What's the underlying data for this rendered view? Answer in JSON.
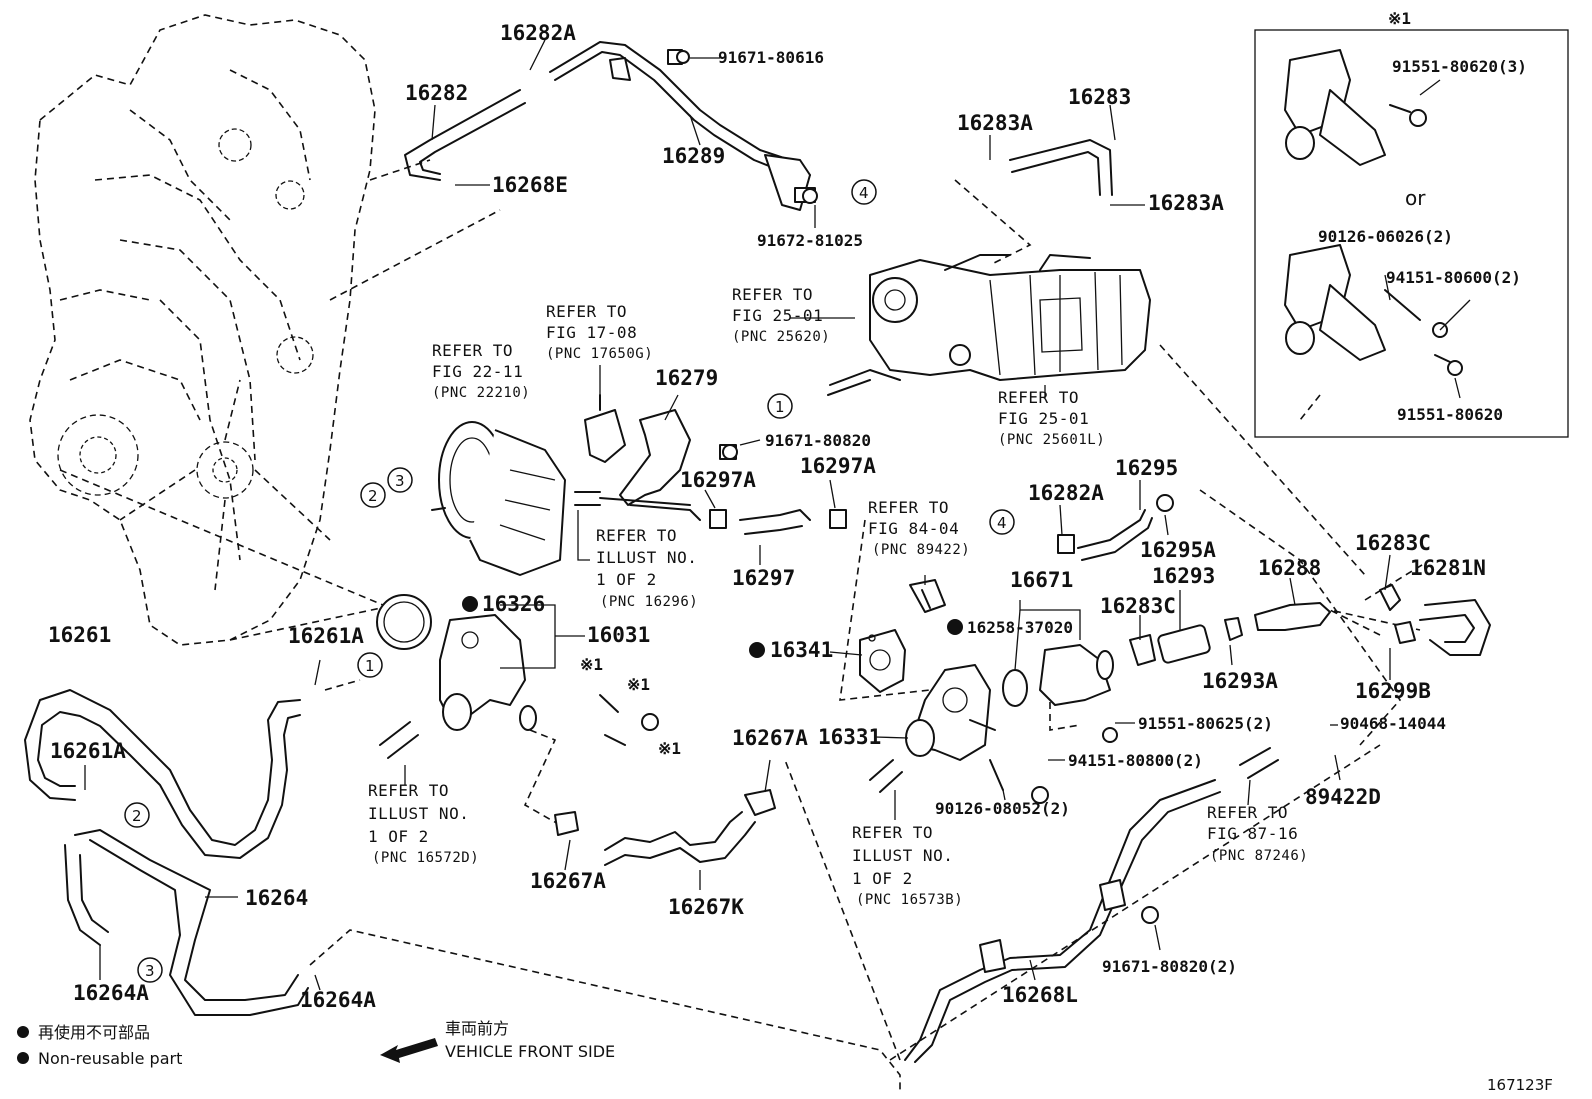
{
  "diagram_code": "167123F",
  "legend": {
    "jp_line": "再使用不可部品",
    "en_line": "Non-reusable part",
    "front_jp": "車両前方",
    "front_en": "VEHICLE FRONT SIDE"
  },
  "inset": {
    "mark": "※1",
    "or_text": "or",
    "labels": [
      "91551-80620(3)",
      "90126-06026(2)",
      "94151-80600(2)",
      "91551-80620"
    ]
  },
  "parts": {
    "p16282A": "16282A",
    "p91671_80616": "91671-80616",
    "p16282": "16282",
    "p16268E": "16268E",
    "p16289": "16289",
    "p91672_81025": "91672-81025",
    "p16283": "16283",
    "p16283A_1": "16283A",
    "p16283A_2": "16283A",
    "p16279": "16279",
    "p91671_80820": "91671-80820",
    "p16297A_1": "16297A",
    "p16297A_2": "16297A",
    "p16297": "16297",
    "p16295": "16295",
    "p16282A_2": "16282A",
    "p16295A": "16295A",
    "p16671": "16671",
    "p16293": "16293",
    "p16288": "16288",
    "p16283C_1": "16283C",
    "p16283C_2": "16283C",
    "p16281N": "16281N",
    "p16293A": "16293A",
    "p16299B": "16299B",
    "p16258": "16258-37020",
    "p16341": "16341",
    "p16326": "16326",
    "p16031": "16031",
    "p16261": "16261",
    "p16261A_1": "16261A",
    "p16261A_2": "16261A",
    "p16331": "16331",
    "p91551_80625": "91551-80625(2)",
    "p90468_14044": "90468-14044",
    "p94151_80800": "94151-80800(2)",
    "p89422D": "89422D",
    "p90126_08052": "90126-08052(2)",
    "p16267A_1": "16267A",
    "p16267A_2": "16267A",
    "p16267K": "16267K",
    "p16264": "16264",
    "p16264A_1": "16264A",
    "p16264A_2": "16264A",
    "p16268L": "16268L",
    "p91671_80820_2": "91671-80820(2)",
    "mark1a": "※1",
    "mark1b": "※1",
    "mark1c": "※1"
  },
  "refs": {
    "r_fig22": [
      "REFER TO",
      "FIG 22-11",
      "(PNC 22210)"
    ],
    "r_fig17": [
      "REFER TO",
      "FIG 17-08",
      "(PNC 17650G)"
    ],
    "r_fig25a": [
      "REFER TO",
      "FIG 25-01",
      "(PNC 25620)"
    ],
    "r_fig25b": [
      "REFER TO",
      "FIG 25-01",
      "(PNC 25601L)"
    ],
    "r_illust1": [
      "REFER TO",
      "ILLUST NO.",
      "1 OF 2",
      "(PNC 16296)"
    ],
    "r_fig84": [
      "REFER TO",
      "FIG 84-04",
      "(PNC 89422)"
    ],
    "r_illust2": [
      "REFER TO",
      "ILLUST NO.",
      "1 OF 2",
      "(PNC 16572D)"
    ],
    "r_illust3": [
      "REFER TO",
      "ILLUST NO.",
      "1 OF 2",
      "(PNC 16573B)"
    ],
    "r_fig87": [
      "REFER TO",
      "FIG 87-16",
      "(PNC 87246)"
    ]
  },
  "callouts": [
    "1",
    "2",
    "3",
    "4"
  ]
}
